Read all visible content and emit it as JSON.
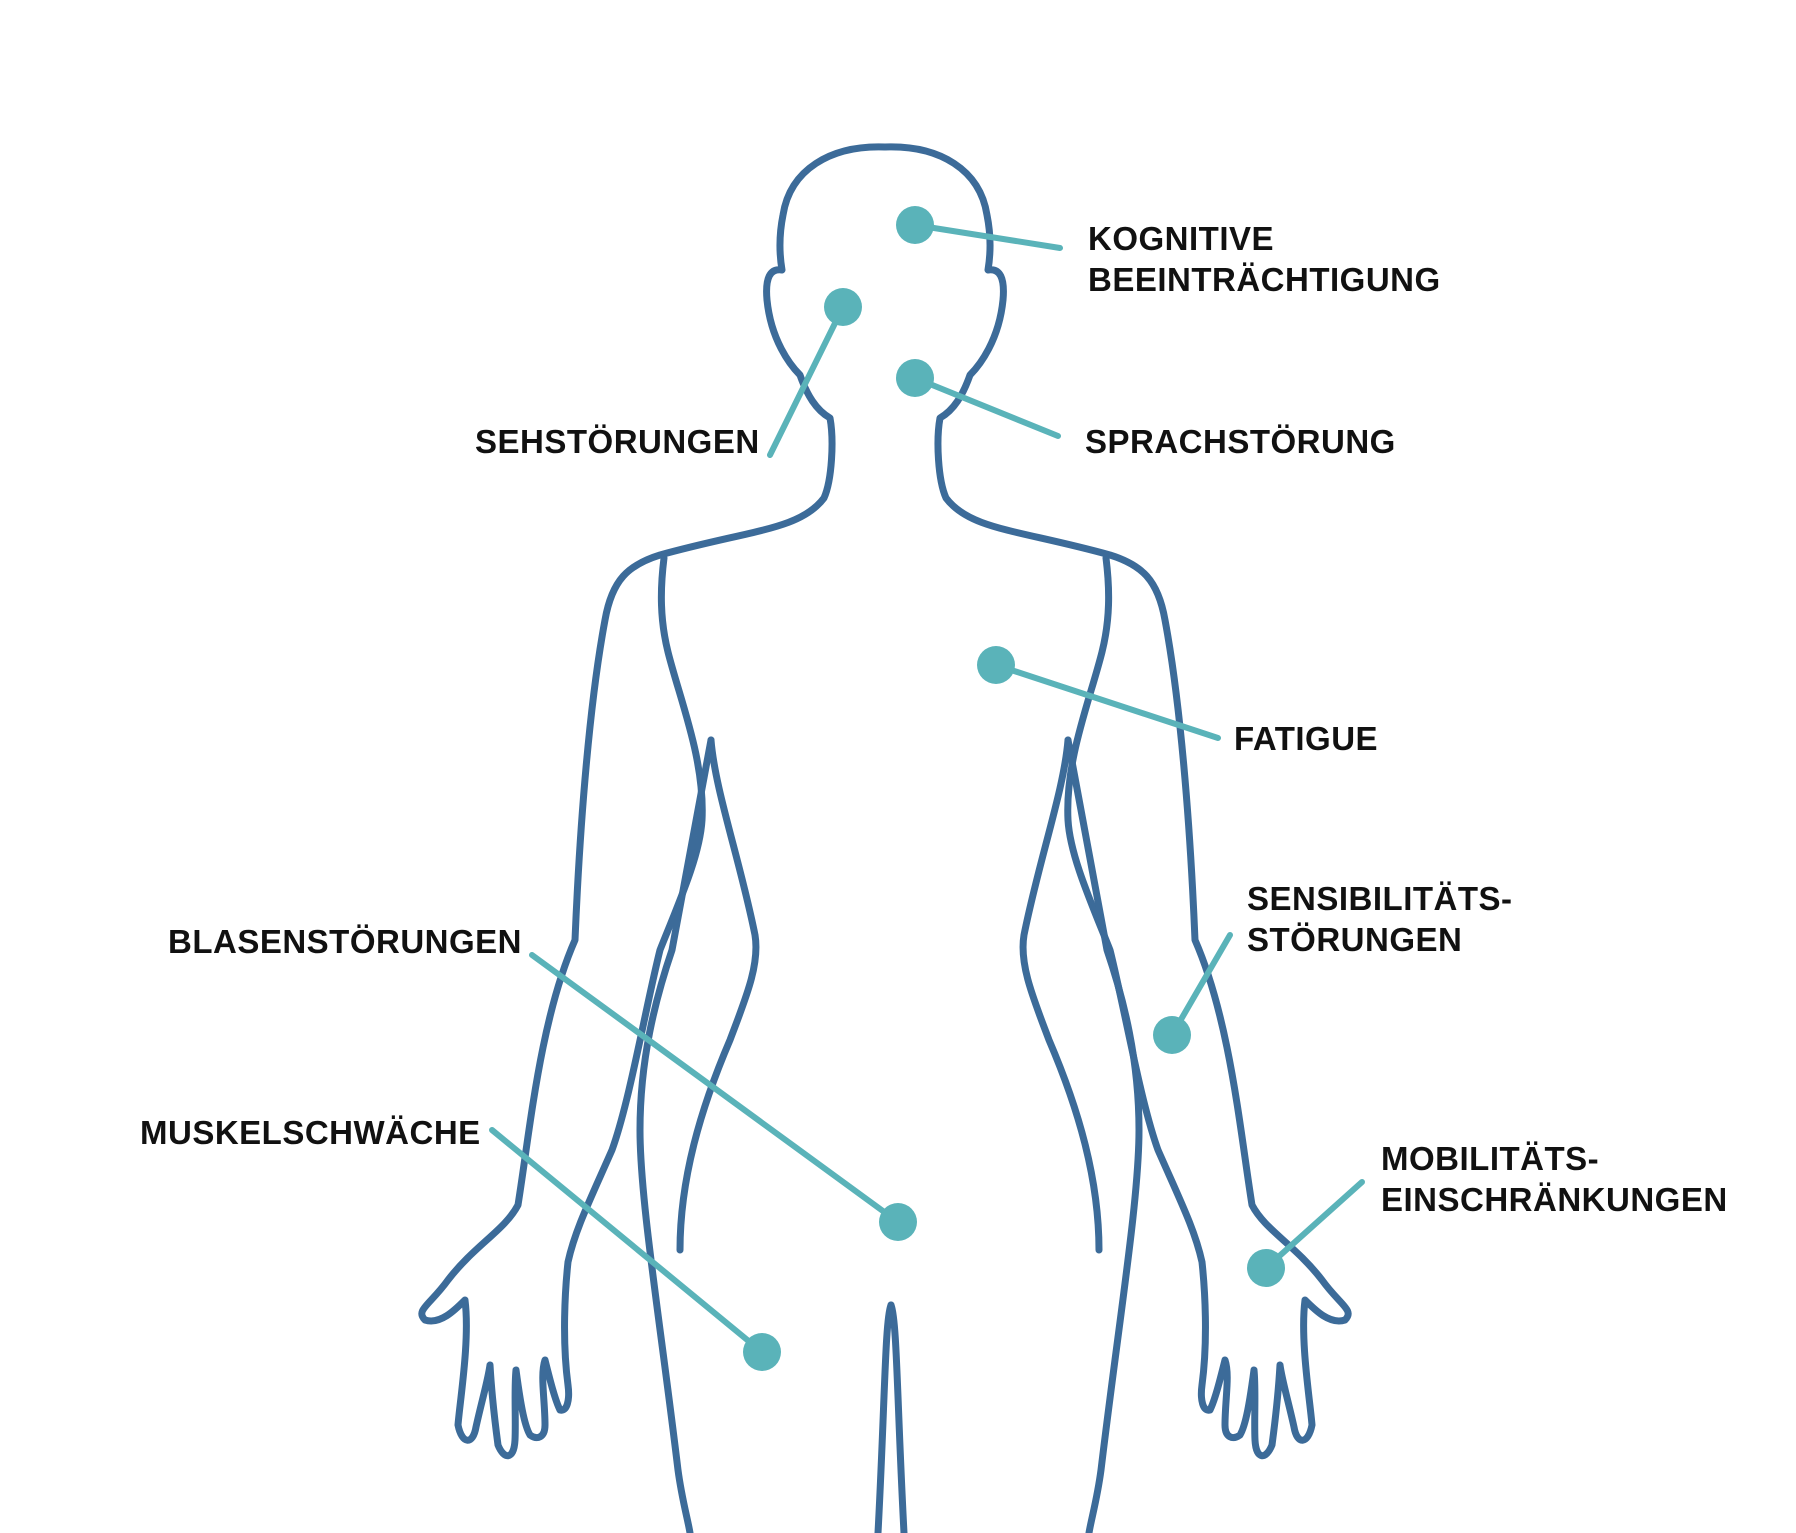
{
  "colors": {
    "outline": "#3c6b99",
    "marker": "#5ab3b9",
    "text": "#111111"
  },
  "labels": {
    "kognitive": [
      "KOGNITIVE",
      "BEEINTRÄCHTIGUNG"
    ],
    "sehstoerungen": [
      "SEHSTÖRUNGEN"
    ],
    "sprachstoerung": [
      "SPRACHSTÖRUNG"
    ],
    "fatigue": [
      "FATIGUE"
    ],
    "sensibilitaet": [
      "SENSIBILITÄTS-",
      "STÖRUNGEN"
    ],
    "blasenstoerungen": [
      "BLASENSTÖRUNGEN"
    ],
    "muskelschwaeche": [
      "MUSKELSCHWÄCHE"
    ],
    "mobilitaet": [
      "MOBILITÄTS-",
      "EINSCHRÄNKUNGEN"
    ]
  }
}
